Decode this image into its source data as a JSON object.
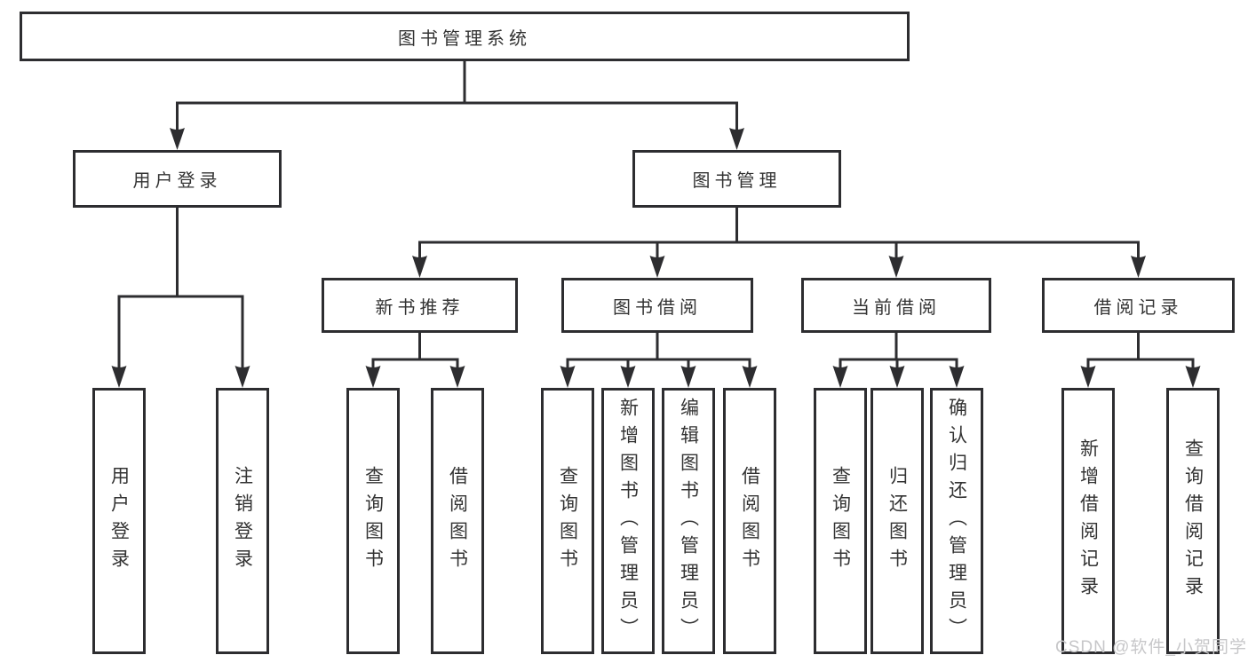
{
  "diagram": {
    "root": {
      "label": "图书管理系统"
    },
    "level2": {
      "user_login": {
        "label": "用户登录"
      },
      "book_management": {
        "label": "图书管理"
      }
    },
    "level3": {
      "new_book_recommend": {
        "label": "新书推荐"
      },
      "book_borrow": {
        "label": "图书借阅"
      },
      "current_borrow": {
        "label": "当前借阅"
      },
      "borrow_records": {
        "label": "借阅记录"
      }
    },
    "leaves": {
      "user_login": {
        "label": "用户登录"
      },
      "logout": {
        "label": "注销登录"
      },
      "recommend_query": {
        "label": "查询图书"
      },
      "recommend_borrow": {
        "label": "借阅图书"
      },
      "borrow_query": {
        "label": "查询图书"
      },
      "borrow_add_admin": {
        "label": "新增图书（管理员）"
      },
      "borrow_edit_admin": {
        "label": "编辑图书（管理员）"
      },
      "borrow_borrow": {
        "label": "借阅图书"
      },
      "current_query": {
        "label": "查询图书"
      },
      "current_return": {
        "label": "归还图书"
      },
      "current_confirm_admin": {
        "label": "确认归还（管理员）"
      },
      "record_add": {
        "label": "新增借阅记录"
      },
      "record_query": {
        "label": "查询借阅记录"
      }
    }
  },
  "watermark": {
    "text": "CSDN @软件_小贺同学"
  },
  "colors": {
    "line": "#2d2d30",
    "text": "#333333",
    "watermark": "#c7c7c9",
    "background": "#ffffff"
  }
}
